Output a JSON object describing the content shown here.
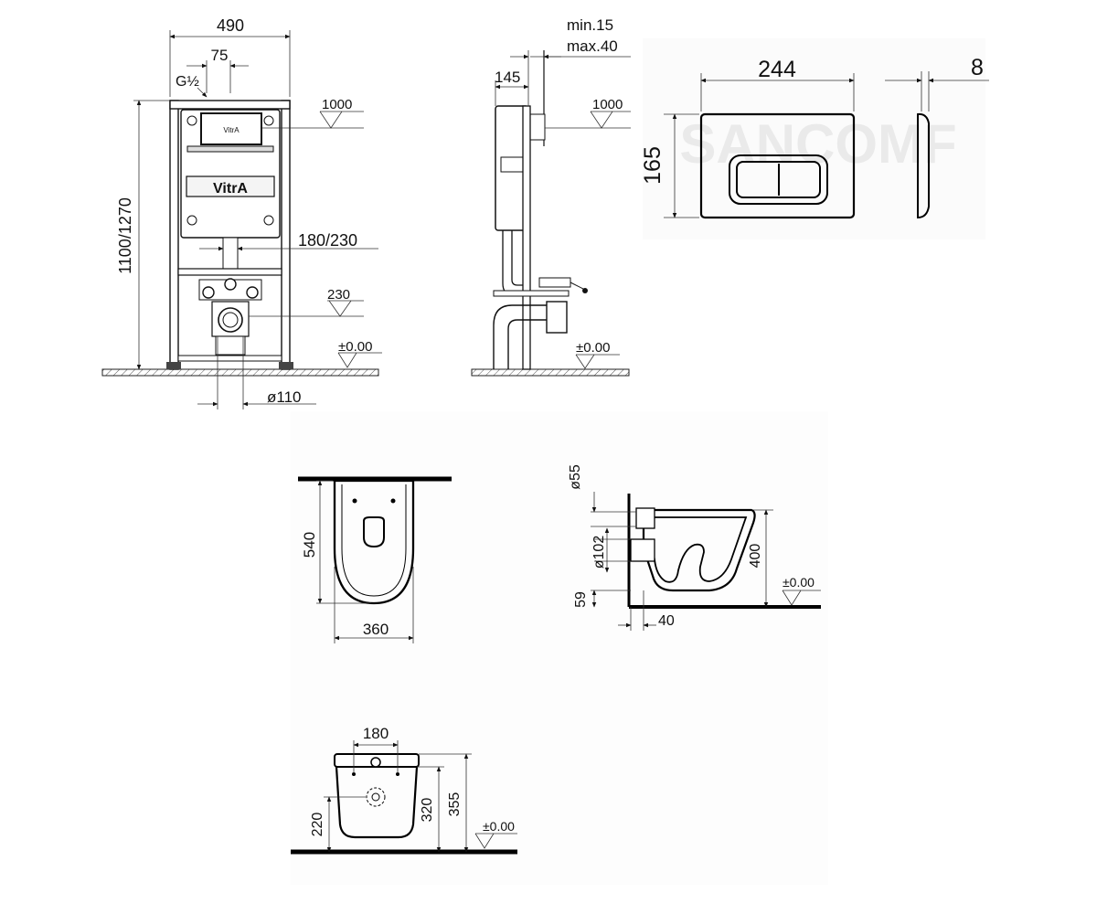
{
  "frame_front": {
    "width": "490",
    "inlet_offset": "75",
    "inlet_thread": "G½",
    "height": "1100/1270",
    "button_level": "1000",
    "drain_height": "180/230",
    "connection_level": "230",
    "floor_level": "±0.00",
    "pipe_diameter": "ø110",
    "logo_small": "VitrA",
    "logo_large": "VitrA"
  },
  "frame_side": {
    "wall_tolerance_min": "min.15",
    "wall_tolerance_max": "max.40",
    "depth": "145",
    "button_level": "1000",
    "floor_level": "±0.00"
  },
  "flush_plate": {
    "width": "244",
    "height": "165",
    "thickness": "8",
    "watermark": "SANCOMF"
  },
  "bowl_top": {
    "length": "540",
    "width": "360"
  },
  "bowl_side": {
    "inlet_diameter": "ø55",
    "outlet_diameter": "ø102",
    "outlet_height": "59",
    "height": "400",
    "floor_level": "±0.00",
    "wall_offset": "40"
  },
  "bowl_front": {
    "bolt_spacing": "180",
    "bolt_height": "220",
    "rim_height_inner": "320",
    "rim_height_outer": "355",
    "floor_level": "±0.00"
  }
}
